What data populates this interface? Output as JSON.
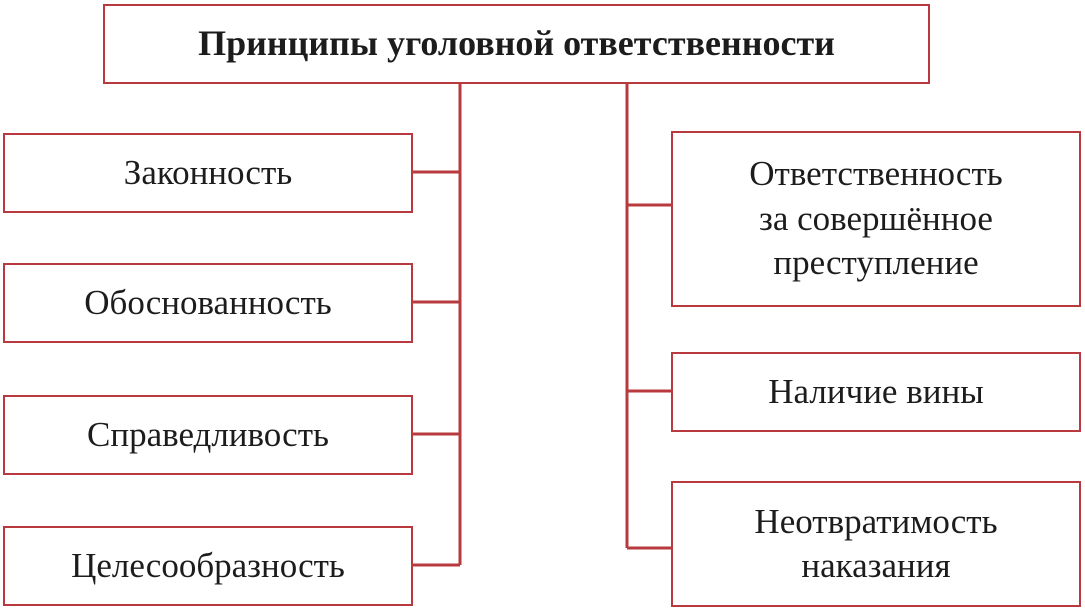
{
  "diagram": {
    "title": "Принципы уголовной ответственности",
    "colors": {
      "border": "#b83a3e",
      "text": "#1c1c1c",
      "background": "#ffffff"
    },
    "left_items": [
      {
        "label": "Законность"
      },
      {
        "label": "Обоснованность"
      },
      {
        "label": "Справедливость"
      },
      {
        "label": "Целесообразность"
      }
    ],
    "right_items": [
      {
        "label": "Ответственность\nза совершённое\nпреступление"
      },
      {
        "label": "Наличие вины"
      },
      {
        "label": "Неотвратимость\nнаказания"
      }
    ]
  }
}
